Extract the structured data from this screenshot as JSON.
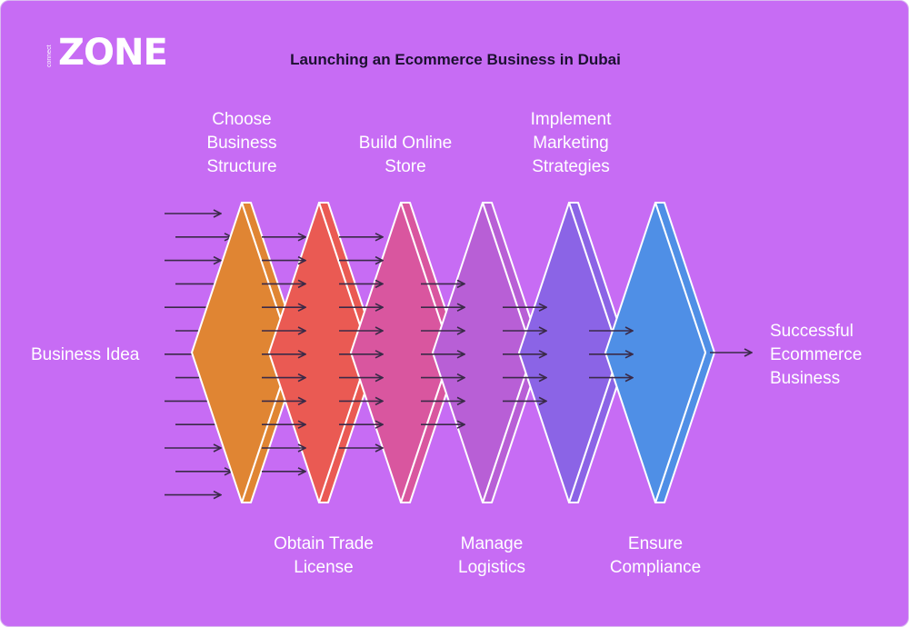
{
  "logo": {
    "small_text": "connect",
    "main_text": "ZONE"
  },
  "title": "Launching an Ecommerce Business in Dubai",
  "labels": {
    "start": "Business Idea",
    "end": "Successful\nEcommerce\nBusiness",
    "step1": "Choose\nBusiness\nStructure",
    "step2": "Obtain Trade\nLicense",
    "step3": "Build Online\nStore",
    "step4": "Manage\nLogistics",
    "step5": "Implement\nMarketing\nStrategies",
    "step6": "Ensure\nCompliance"
  },
  "colors": {
    "background": "#c76cf4",
    "step1": "#e08533",
    "step2": "#ea5a53",
    "step3": "#d9569f",
    "step4": "#b85fd6",
    "step5": "#8b64e6",
    "step6": "#4f8fe6",
    "arrow": "#3a2a48"
  }
}
